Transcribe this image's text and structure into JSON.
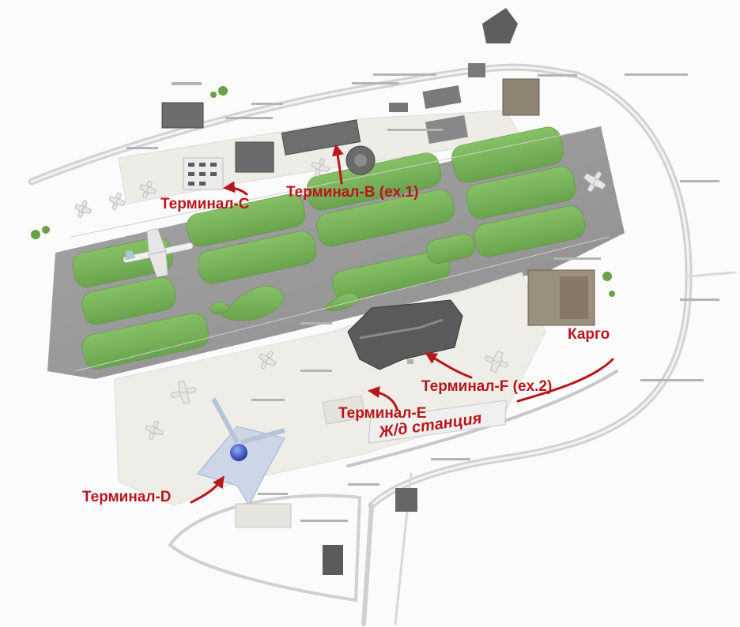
{
  "map": {
    "labels": {
      "terminal_b": "Терминал-В (ex.1)",
      "terminal_c": "Терминал-С",
      "terminal_d": "Терминал-D",
      "terminal_e": "Терминал-Е",
      "terminal_f": "Терминал-F (ex.2)",
      "cargo": "Карго",
      "rail_station": "Ж/д станция"
    },
    "colors": {
      "label_red": "#b8161b",
      "grass_green": "#78b459",
      "airfield_gray": "#9b9b9b",
      "apron_light": "#eceae4",
      "road_gray": "#d7d7d7",
      "building_dark": "#5e5e5e"
    },
    "icons": [
      "airplane-icon",
      "arrow-icon",
      "building-icon",
      "tree-icon",
      "globe-icon"
    ]
  }
}
